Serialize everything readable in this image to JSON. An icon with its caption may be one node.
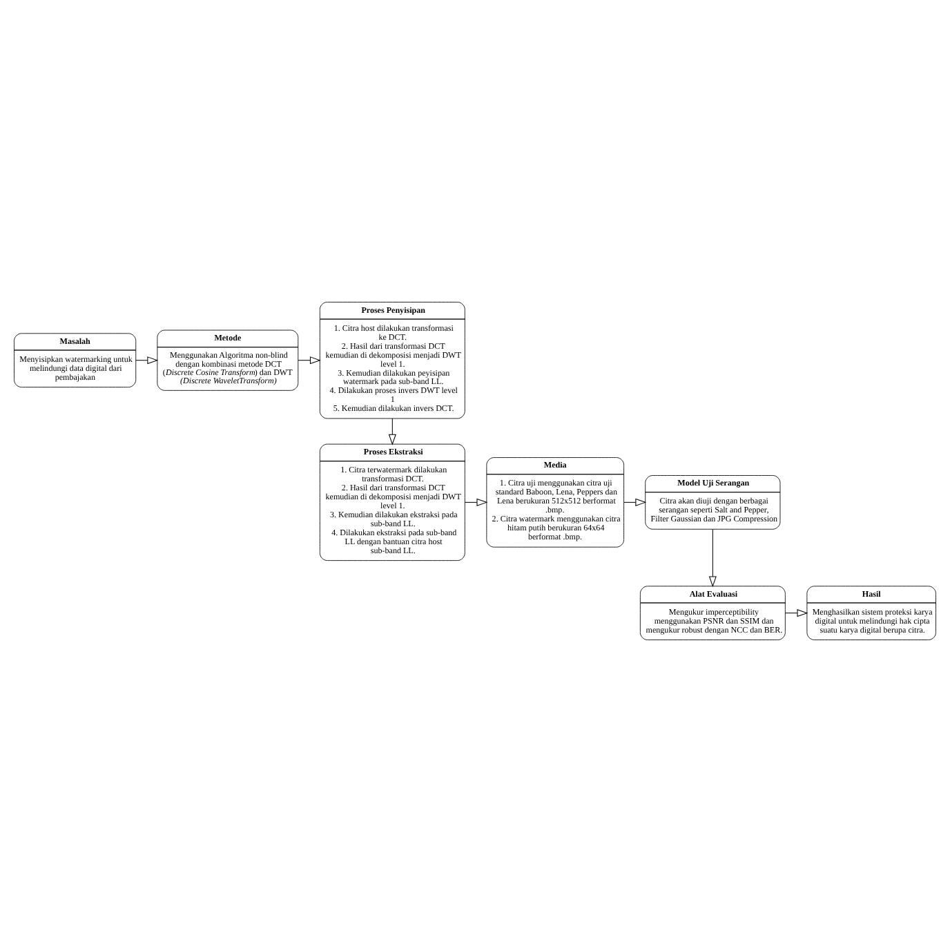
{
  "diagram": {
    "nodes": [
      {
        "text": [
          "Masalah",
          "Menyisipkan watermarking untuk melindungi data digital dari pembajakan"
        ]
      },
      {
        "text": [
          "Metode",
          "Menggunakan Algoritma non-blind dengan kombinasi metode DCT (*Discrete Cosine Transform*) dan DWT *(Discrete WaveletTransform)*"
        ]
      },
      {
        "text": [
          "Proses Penyisipan",
          "1. Citra host dilakukan transformasi ke DCT.",
          "2. Hasil dari transformasi DCT kemudian di dekomposisi menjadi DWT level 1.",
          "3. Kemudian dilakukan peyisipan watermark pada sub-band LL.",
          "4. Dilakukan proses invers DWT level 1",
          "5. Kemudian dilakukan invers DCT."
        ]
      },
      {
        "text": [
          "Proses Ekstraksi",
          "1. Citra terwatermark dilakukan transformasi DCT.",
          "2. Hasil dari transformasi DCT kemudian di dekomposisi menjadi DWT level 1.",
          "3. Kemudian dilakukan ekstraksi pada sub-band LL.",
          "4. Dilakukan ekstraksi pada sub-band LL dengan bantuan citra host sub-band LL."
        ]
      },
      {
        "text": [
          "Media",
          "1. Citra uji menggunakan citra uji standard Baboon, Lena, Peppers dan Lena berukuran 512x512 berformat .bmp.",
          "2. Citra watermark menggunakan citra hitam putih berukuran 64x64 berformat .bmp."
        ]
      },
      {
        "text": [
          "Model Uji Serangan",
          "Citra akan diuji dengan berbagai serangan seperti Salt and Pepper, Filter Gaussian dan JPG Compression"
        ]
      },
      {
        "text": [
          "Alat Evaluasi",
          "Mengukur imperceptibility menggunakan PSNR dan SSIM dan mengukur robust dengan NCC dan BER."
        ]
      },
      {
        "text": [
          "Hasil",
          "Menghasilkan sistem proteksi karya digital untuk melindungi hak cipta suatu karya digital berupa citra."
        ]
      }
    ],
    "edges": [
      {
        "from": 0,
        "to": 1,
        "arrow": "to"
      },
      {
        "from": 1,
        "to": 2,
        "arrow": "to"
      },
      {
        "from": 2,
        "to": 3,
        "arrow": "to"
      },
      {
        "from": 3,
        "to": 4,
        "arrow": "to"
      },
      {
        "from": 4,
        "to": 5,
        "arrow": "to"
      },
      {
        "from": 5,
        "to": 6,
        "arrow": "to"
      },
      {
        "from": 6,
        "to": 7,
        "arrow": "to"
      }
    ]
  }
}
